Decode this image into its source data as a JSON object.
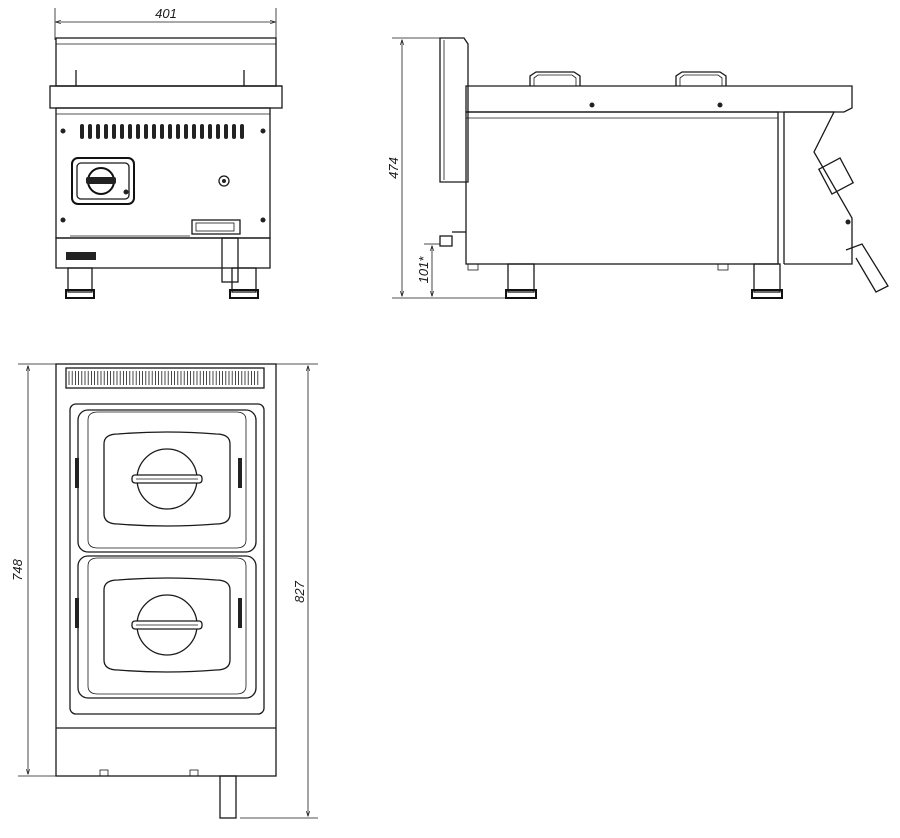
{
  "dimensions": {
    "front_width": "401",
    "side_height": "474",
    "leg_height": "101*",
    "top_depth": "748",
    "top_depth_overall": "827"
  }
}
